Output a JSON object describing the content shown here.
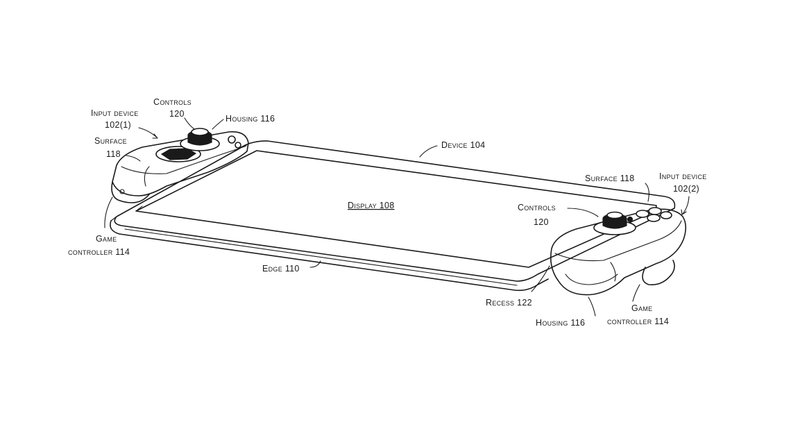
{
  "labels": {
    "controls_left": "Controls",
    "controls_left_num": "120",
    "input_device_left": "Input device",
    "input_device_left_num": "102(1)",
    "housing_left": "Housing 116",
    "surface_left": "Surface",
    "surface_left_num": "118",
    "device": "Device 104",
    "display": "Display 108",
    "game_controller_left": "Game",
    "game_controller_left_2": "controller 114",
    "edge": "Edge 110",
    "surface_right": "Surface 118",
    "input_device_right": "Input device",
    "input_device_right_num": "102(2)",
    "controls_right": "Controls",
    "controls_right_num": "120",
    "recess": "Recess 122",
    "housing_right": "Housing 116",
    "game_controller_right": "Game",
    "game_controller_right_2": "controller 114"
  }
}
